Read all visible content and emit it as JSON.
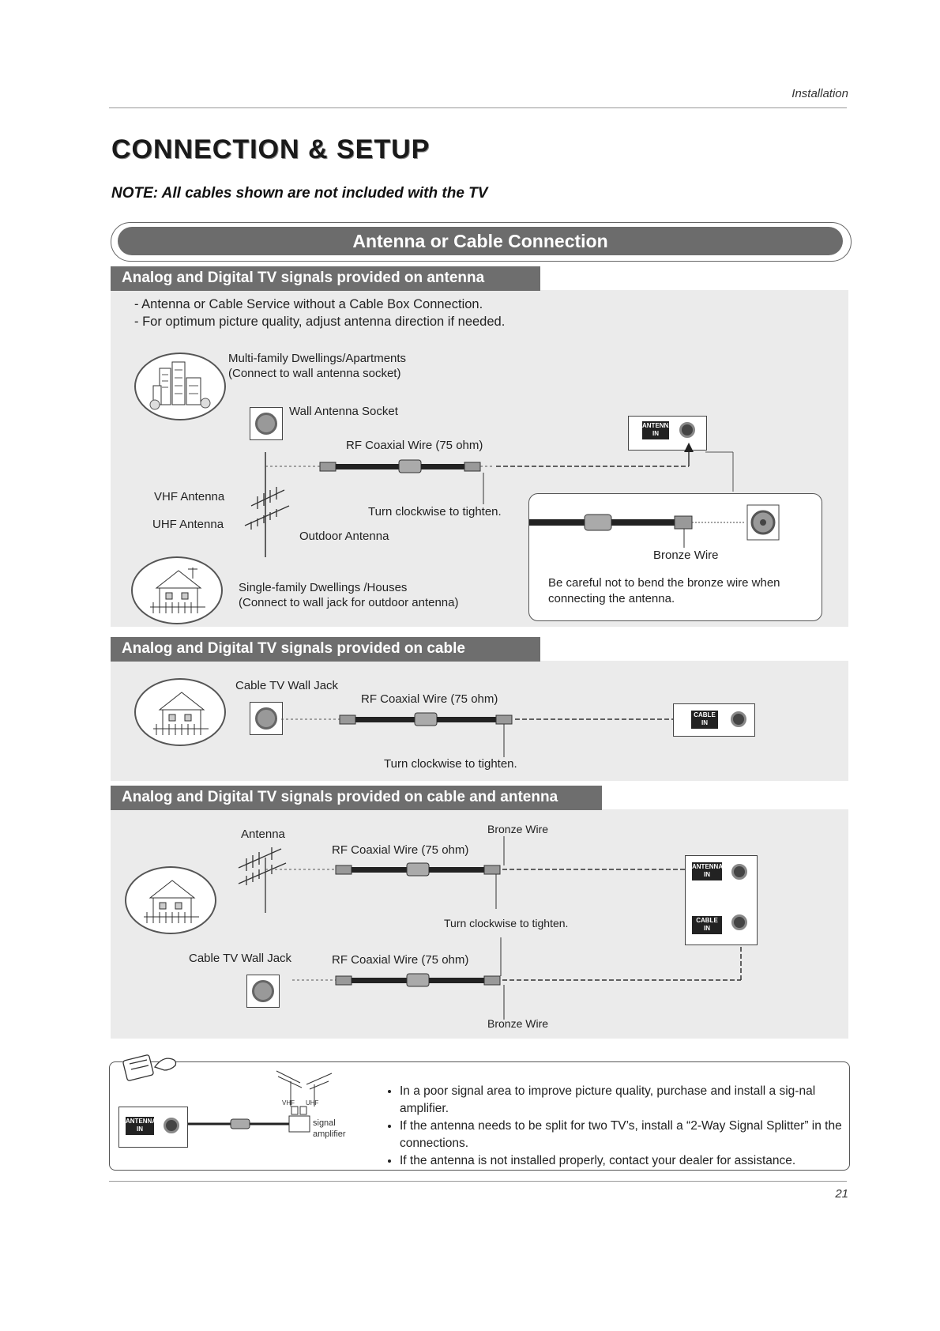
{
  "header": {
    "section": "Installation",
    "page_number": "21"
  },
  "title": "CONNECTION & SETUP",
  "note": "NOTE: All cables shown are not included with the TV",
  "banner": "Antenna or Cable Connection",
  "antenna_section": {
    "heading": "Analog and Digital TV signals provided on antenna",
    "bullets": [
      "- Antenna or Cable Service without a Cable Box Connection.",
      "- For optimum picture quality, adjust antenna direction if needed."
    ],
    "multi_family_line1": "Multi-family Dwellings/Apartments",
    "multi_family_line2": "(Connect to wall antenna socket)",
    "wall_socket": "Wall Antenna Socket",
    "rf_wire": "RF Coaxial Wire (75 ohm)",
    "vhf": "VHF Antenna",
    "uhf": "UHF Antenna",
    "turn": "Turn clockwise to tighten.",
    "outdoor": "Outdoor Antenna",
    "single_family_line1": "Single-family Dwellings /Houses",
    "single_family_line2": "(Connect to wall jack for outdoor antenna)",
    "bronze": "Bronze Wire",
    "careful_line1": "Be careful not to bend the bronze wire when",
    "careful_line2": "connecting the antenna.",
    "port_line1": "ANTENNA",
    "port_line2": "IN"
  },
  "cable_section": {
    "heading": "Analog and Digital TV signals provided on cable",
    "wall_jack": "Cable TV Wall Jack",
    "rf_wire": "RF Coaxial Wire (75 ohm)",
    "turn": "Turn clockwise to tighten.",
    "port_line1": "CABLE",
    "port_line2": "IN"
  },
  "both_section": {
    "heading": "Analog and Digital TV signals provided on cable and antenna",
    "antenna": "Antenna",
    "bronze_top": "Bronze Wire",
    "rf_wire_top": "RF Coaxial Wire (75 ohm)",
    "turn": "Turn clockwise to tighten.",
    "wall_jack": "Cable TV Wall Jack",
    "rf_wire_bottom": "RF Coaxial Wire (75 ohm)",
    "bronze_bottom": "Bronze Wire",
    "port_antenna_line1": "ANTENNA",
    "port_antenna_line2": "IN",
    "port_cable_line1": "CABLE",
    "port_cable_line2": "IN"
  },
  "tips": {
    "vhf": "VHF",
    "uhf": "UHF",
    "amp_line1": "signal",
    "amp_line2": "amplifier",
    "port_line1": "ANTENNA",
    "port_line2": "IN",
    "bullets": [
      "In a poor signal area to improve picture quality, purchase and install a sig-nal amplifier.",
      "If the antenna needs to be split for two TV’s, install a “2-Way Signal Splitter” in the connections.",
      "If the antenna is not installed properly, contact your dealer for assistance."
    ]
  }
}
